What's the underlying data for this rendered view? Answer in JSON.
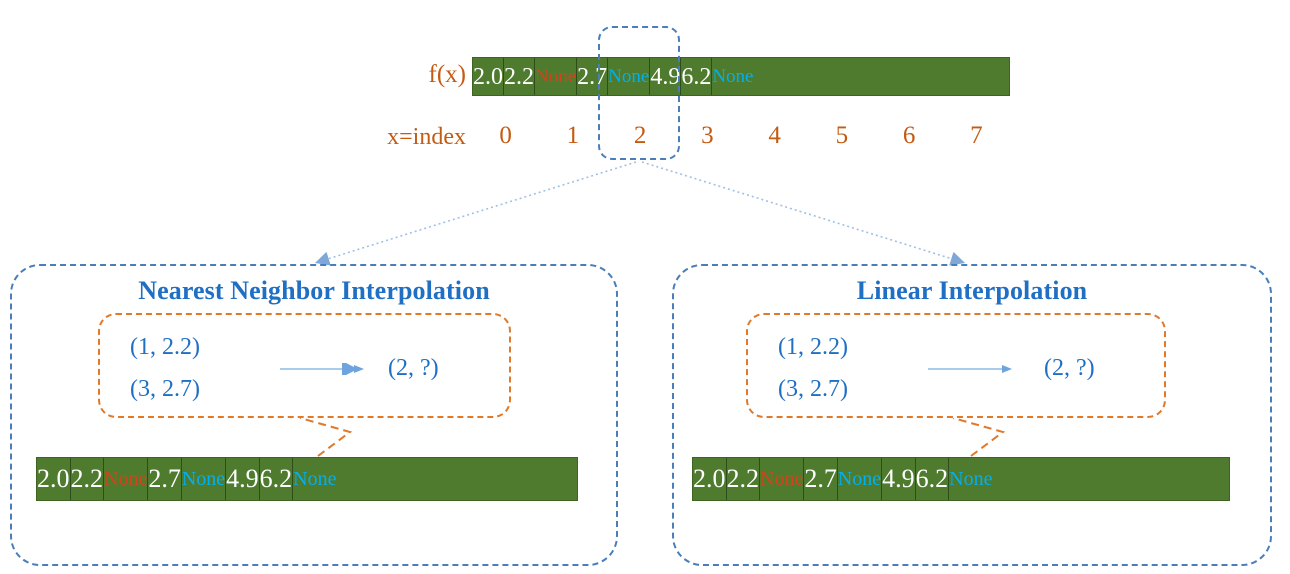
{
  "top": {
    "fx_label": "f(x)",
    "index_label": "x=index",
    "values": [
      "2.0",
      "2.2",
      "None",
      "2.7",
      "None",
      "4.9",
      "6.2",
      "None"
    ],
    "indices": [
      "0",
      "1",
      "2",
      "3",
      "4",
      "5",
      "6",
      "7"
    ],
    "highlighted_index": "2"
  },
  "panels": [
    {
      "title": "Nearest Neighbor Interpolation",
      "known_point_1": "(1, 2.2)",
      "known_point_2": "(3, 2.7)",
      "result": "(2, ?)",
      "arrow_icon": "right-arrow-icon",
      "values": [
        "2.0",
        "2.2",
        "None",
        "2.7",
        "None",
        "4.9",
        "6.2",
        "None"
      ]
    },
    {
      "title": "Linear Interpolation",
      "known_point_1": "(1, 2.2)",
      "known_point_2": "(3, 2.7)",
      "result": "(2, ?)",
      "arrow_icon": "right-arrow-icon",
      "values": [
        "2.0",
        "2.2",
        "None",
        "2.7",
        "None",
        "4.9",
        "6.2",
        "None"
      ]
    }
  ],
  "colors": {
    "cell_green": "#4e7b2e",
    "orange": "#c55a11",
    "none_warm": "#d1441b",
    "none_cyan": "#00b0f0",
    "title_blue": "#1f6fc4",
    "dash_blue": "#4a7ebb",
    "dash_orange": "#e0792a"
  }
}
